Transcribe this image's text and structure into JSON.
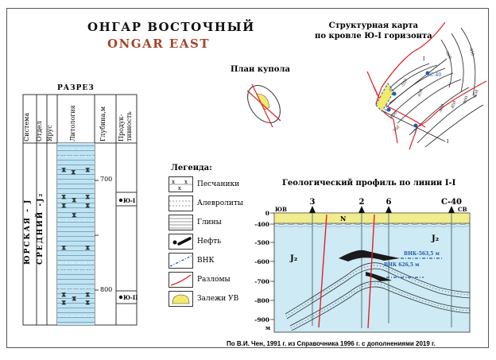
{
  "title": {
    "ru": "ОНГАР ВОСТОЧНЫЙ",
    "en": "ONGAR EAST"
  },
  "colors": {
    "accent_title": "#a0472a",
    "water": "#cdeaf5",
    "neogene": "#f1ec8c",
    "fault": "#e0222a",
    "owc": "#1f5aa6",
    "oil": "#1a1a1a",
    "deposit": "#f3ea6b"
  },
  "section": {
    "title": "РАЗРЕЗ",
    "columns": [
      "Система",
      "Отдел",
      "Ярус",
      "Литология",
      "Глубина,м",
      "Продук-тивность"
    ],
    "system": "ЮРСКАЯ - J",
    "series": "СРЕДНИЙ -J₂",
    "depth_ticks": [
      "700",
      "800"
    ],
    "productive_horizons": [
      "Ю-I",
      "Ю-II"
    ]
  },
  "plan": {
    "title": "План купола"
  },
  "map": {
    "title_line1": "Структурная карта",
    "title_line2": "по кровле Ю-I горизонта",
    "contours": [
      "-550",
      "-600",
      "-650",
      "-700",
      "-750",
      "-800",
      "-850",
      "-900",
      "-950",
      "-800",
      "-850"
    ],
    "wells": [
      "С-40",
      "6",
      "2",
      "3"
    ],
    "line_label": "I"
  },
  "legend": {
    "title": "Легенда:",
    "items": [
      {
        "icon": "sandstone-icon",
        "label": "Песчаники"
      },
      {
        "icon": "siltstone-icon",
        "label": "Алевролиты"
      },
      {
        "icon": "clay-icon",
        "label": "Глины"
      },
      {
        "icon": "oil-icon",
        "label": "Нефть"
      },
      {
        "icon": "owc-icon",
        "label": "ВНК"
      },
      {
        "icon": "fault-icon",
        "label": "Разломы"
      },
      {
        "icon": "deposit-icon",
        "label": "Залежи УВ"
      }
    ]
  },
  "profile": {
    "title": "Геологический профиль по линии I-I",
    "left_dir": "ЮВ",
    "right_dir": "СВ",
    "wells": [
      "3",
      "2",
      "6",
      "С-40"
    ],
    "depth_ticks": [
      "0",
      "-400",
      "-500",
      "-600",
      "-700",
      "-800",
      "-900"
    ],
    "depth_unit": "м",
    "layer_neogene": "N",
    "layer_jurassic": "J₂",
    "owc_labels": [
      "ВНК-563,5 м",
      "ВНК 626,5 м"
    ]
  },
  "source": "По В.И. Чен, 1991 г. из Справочника 1996 г. с дополнениями 2019 г."
}
